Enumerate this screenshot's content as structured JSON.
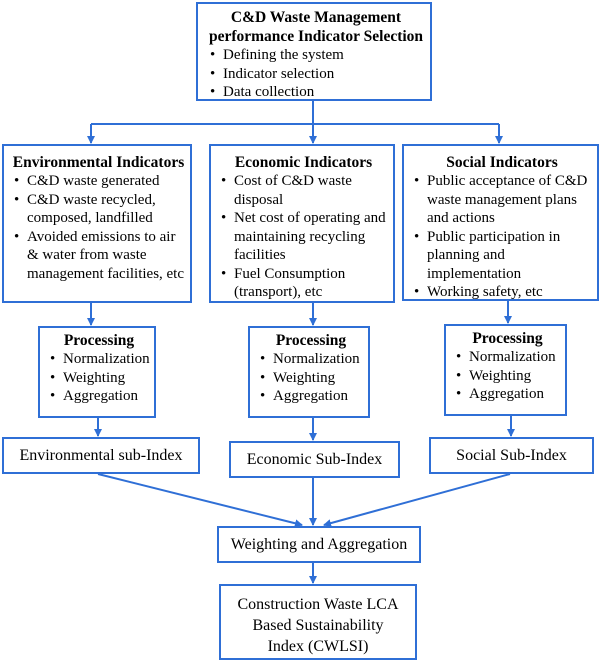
{
  "top": {
    "title_line1": "C&D Waste Management",
    "title_line2": "performance Indicator Selection",
    "items": [
      "Defining the system",
      "Indicator selection",
      "Data collection"
    ]
  },
  "columns": [
    {
      "title": "Environmental Indicators",
      "items": [
        "C&D waste generated",
        "C&D waste recycled, composed, landfilled",
        "Avoided emissions to air & water from waste management facilities, etc"
      ],
      "processing_title": "Processing",
      "processing_items": [
        "Normalization",
        "Weighting",
        "Aggregation"
      ],
      "subindex": "Environmental sub-Index"
    },
    {
      "title": "Economic Indicators",
      "items": [
        "Cost of C&D waste disposal",
        "Net cost of operating and maintaining recycling facilities",
        "Fuel Consumption (transport), etc"
      ],
      "processing_title": "Processing",
      "processing_items": [
        "Normalization",
        "Weighting",
        "Aggregation"
      ],
      "subindex": "Economic Sub-Index"
    },
    {
      "title": "Social Indicators",
      "items": [
        "Public acceptance of C&D waste management plans and actions",
        "Public participation in planning and implementation",
        "Working safety, etc"
      ],
      "processing_title": "Processing",
      "processing_items": [
        "Normalization",
        "Weighting",
        "Aggregation"
      ],
      "subindex": "Social Sub-Index"
    }
  ],
  "weighting": "Weighting and Aggregation",
  "final": {
    "line1": "Construction Waste LCA",
    "line2": "Based Sustainability",
    "line3": "Index (CWLSI)"
  },
  "colors": {
    "border": "#2f6fd6",
    "arrow": "#2f6fd6"
  }
}
